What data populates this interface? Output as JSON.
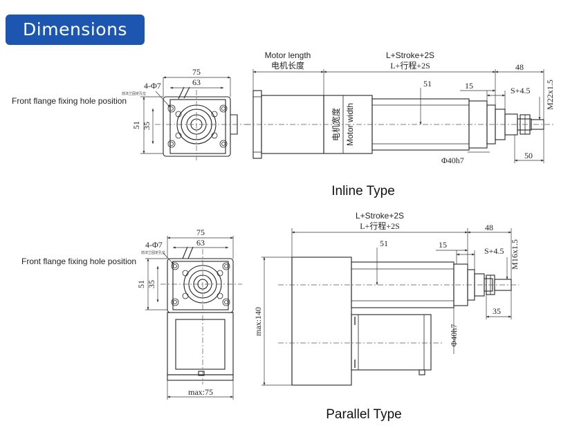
{
  "header": {
    "title": "Dimensions",
    "color": "#1d56b0"
  },
  "inline": {
    "caption": "Inline Type",
    "flange_label": "Front flange fixing hole position",
    "flange_label_cn": "前法兰固定孔位",
    "holes": "4-Φ7",
    "width_outer": "75",
    "width_inner": "63",
    "height_outer": "51",
    "height_inner": "35",
    "motor_length_en": "Motor length",
    "motor_length_cn": "电机长度",
    "stroke_en": "L+Stroke+2S",
    "stroke_cn": "L+行程+2S",
    "motor_width_cn": "电机宽度",
    "motor_width_en": "Motor width",
    "dim_51": "51",
    "dim_15": "15",
    "dim_48": "48",
    "dim_s45": "S+4.5",
    "thread": "M22x1.5",
    "bore": "Φ40h7",
    "dim_50": "50"
  },
  "parallel": {
    "caption": "Parallel Type",
    "flange_label": "Front flange fixing hole position",
    "flange_label_cn": "前法兰固定孔位",
    "holes": "4-Φ7",
    "width_outer": "75",
    "width_inner": "63",
    "height_outer": "51",
    "height_inner": "35",
    "motor_max_width": "max:75",
    "max_height": "max:140",
    "stroke_en": "L+Stroke+2S",
    "stroke_cn": "L+行程+2S",
    "dim_51": "51",
    "dim_15": "15",
    "dim_48": "48",
    "dim_s45": "S+4.5",
    "thread": "M16x1.5",
    "bore": "Φ40h7",
    "dim_35": "35"
  }
}
